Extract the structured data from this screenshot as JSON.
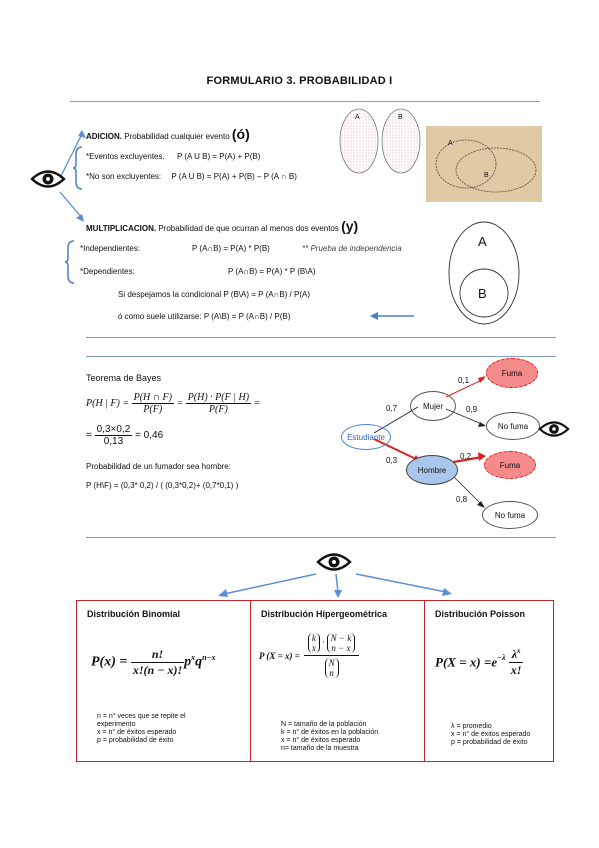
{
  "title": "FORMULARIO 3. PROBABILIDAD I",
  "adicion": {
    "heading": "ADICION.",
    "desc": "Probabilidad cualquier evento",
    "keyword": "(ó)",
    "excl_label": "*Eventos excluyentes.",
    "excl_formula": "P (A U B) = P(A) + P(B)",
    "noexcl_label": "*No son excluyentes:",
    "noexcl_formula": "P (A U B) = P(A) + P(B) – P (A ∩ B)",
    "venn_a": "A",
    "venn_b": "B",
    "photo_a": "A",
    "photo_b": "B"
  },
  "multiplicacion": {
    "heading": "MULTIPLICACION.",
    "desc": "Probabilidad de que ocurran al menos dos eventos",
    "keyword": "(y)",
    "indep_label": "*Independientes:",
    "indep_formula": "P (A∩B) = P(A) * P(B)",
    "indep_note": "** Prueba de independencia",
    "dep_label": "*Dependientes:",
    "dep_formula": "P (A∩B) = P(A) * P (B\\A)",
    "cond_line": "Si despejamos la condicional P (B\\A) = P (A∩B) / P(A)",
    "usual_line": "ó como suele utilizarse: P (A\\B) = P (A∩B) / P(B)",
    "circle_a": "A",
    "circle_b": "B"
  },
  "bayes": {
    "heading": "Teorema de Bayes",
    "lhs": "P(H | F) =",
    "f1_num": "P(H ∩ F)",
    "f1_den": "P(F)",
    "eq": "=",
    "f2_num": "P(H) · P(F | H)",
    "f2_den": "P(F)",
    "eq2": "=",
    "eq3": "=",
    "f3_num": "0,3×0,2",
    "f3_den": "0,13",
    "result": "= 0,46",
    "question": "Probabilidad de un fumador sea hombre:",
    "calc": "P (H\\F) = (0,3* 0,2) / ( (0,3*0,2)+ (0,7*0,1) )"
  },
  "tree": {
    "root": "Estudiante",
    "mujer": "Mujer",
    "hombre": "Hombre",
    "fuma1": "Fuma",
    "nofuma1": "No fuma",
    "fuma2": "Fuma",
    "nofuma2": "No fuma",
    "p_mujer": "0,7",
    "p_hombre": "0,3",
    "p_m_fuma": "0,1",
    "p_m_nofuma": "0,9",
    "p_h_fuma": "0,2",
    "p_h_nofuma": "0,8"
  },
  "binomial": {
    "title": "Distribución Binomial",
    "formula_lhs": "P(x) =",
    "num": "n!",
    "den": "x!(n − x)!",
    "tail_p": "p",
    "tail_p_exp": "x",
    "tail_q": "q",
    "tail_q_exp": "n−x",
    "notes": [
      "n = n° veces que se repite el",
      "experimento",
      "x = n° de éxitos esperado",
      "p = probabilidad de éxito"
    ]
  },
  "hiper": {
    "title": "Distribución Hipergeométrica",
    "lhs": "P (X = x) =",
    "k_top": "k",
    "k_bot": "x",
    "dot": "·",
    "nk_top": "N − k",
    "nk_bot": "n − x",
    "N_top": "N",
    "N_bot": "n",
    "notes": [
      "N = tamaño de la población",
      "k = n° de éxitos en la población",
      "x = n° de éxitos esperado",
      "n= tamaño de la muestra"
    ]
  },
  "poisson": {
    "title": "Distribución Poisson",
    "lhs": "P(X = x) =",
    "base": "e",
    "exp": "−λ",
    "num": "λ",
    "num_exp": "x",
    "den": "x!",
    "notes": [
      "λ = promedio",
      "x = n° de éxitos esperado",
      "p = probabilidad de éxito"
    ]
  },
  "colors": {
    "rule": "#7f9ec2",
    "arrow": "#5b8ed3",
    "box": "#c0272d",
    "tree_red": "#e02020",
    "fuma_fill": "#f48a8a",
    "hombre_fill": "#a9c7ec",
    "root_border": "#4a86d8"
  },
  "icons": [
    "eye-icon",
    "brace-icon",
    "arrow-icon"
  ]
}
